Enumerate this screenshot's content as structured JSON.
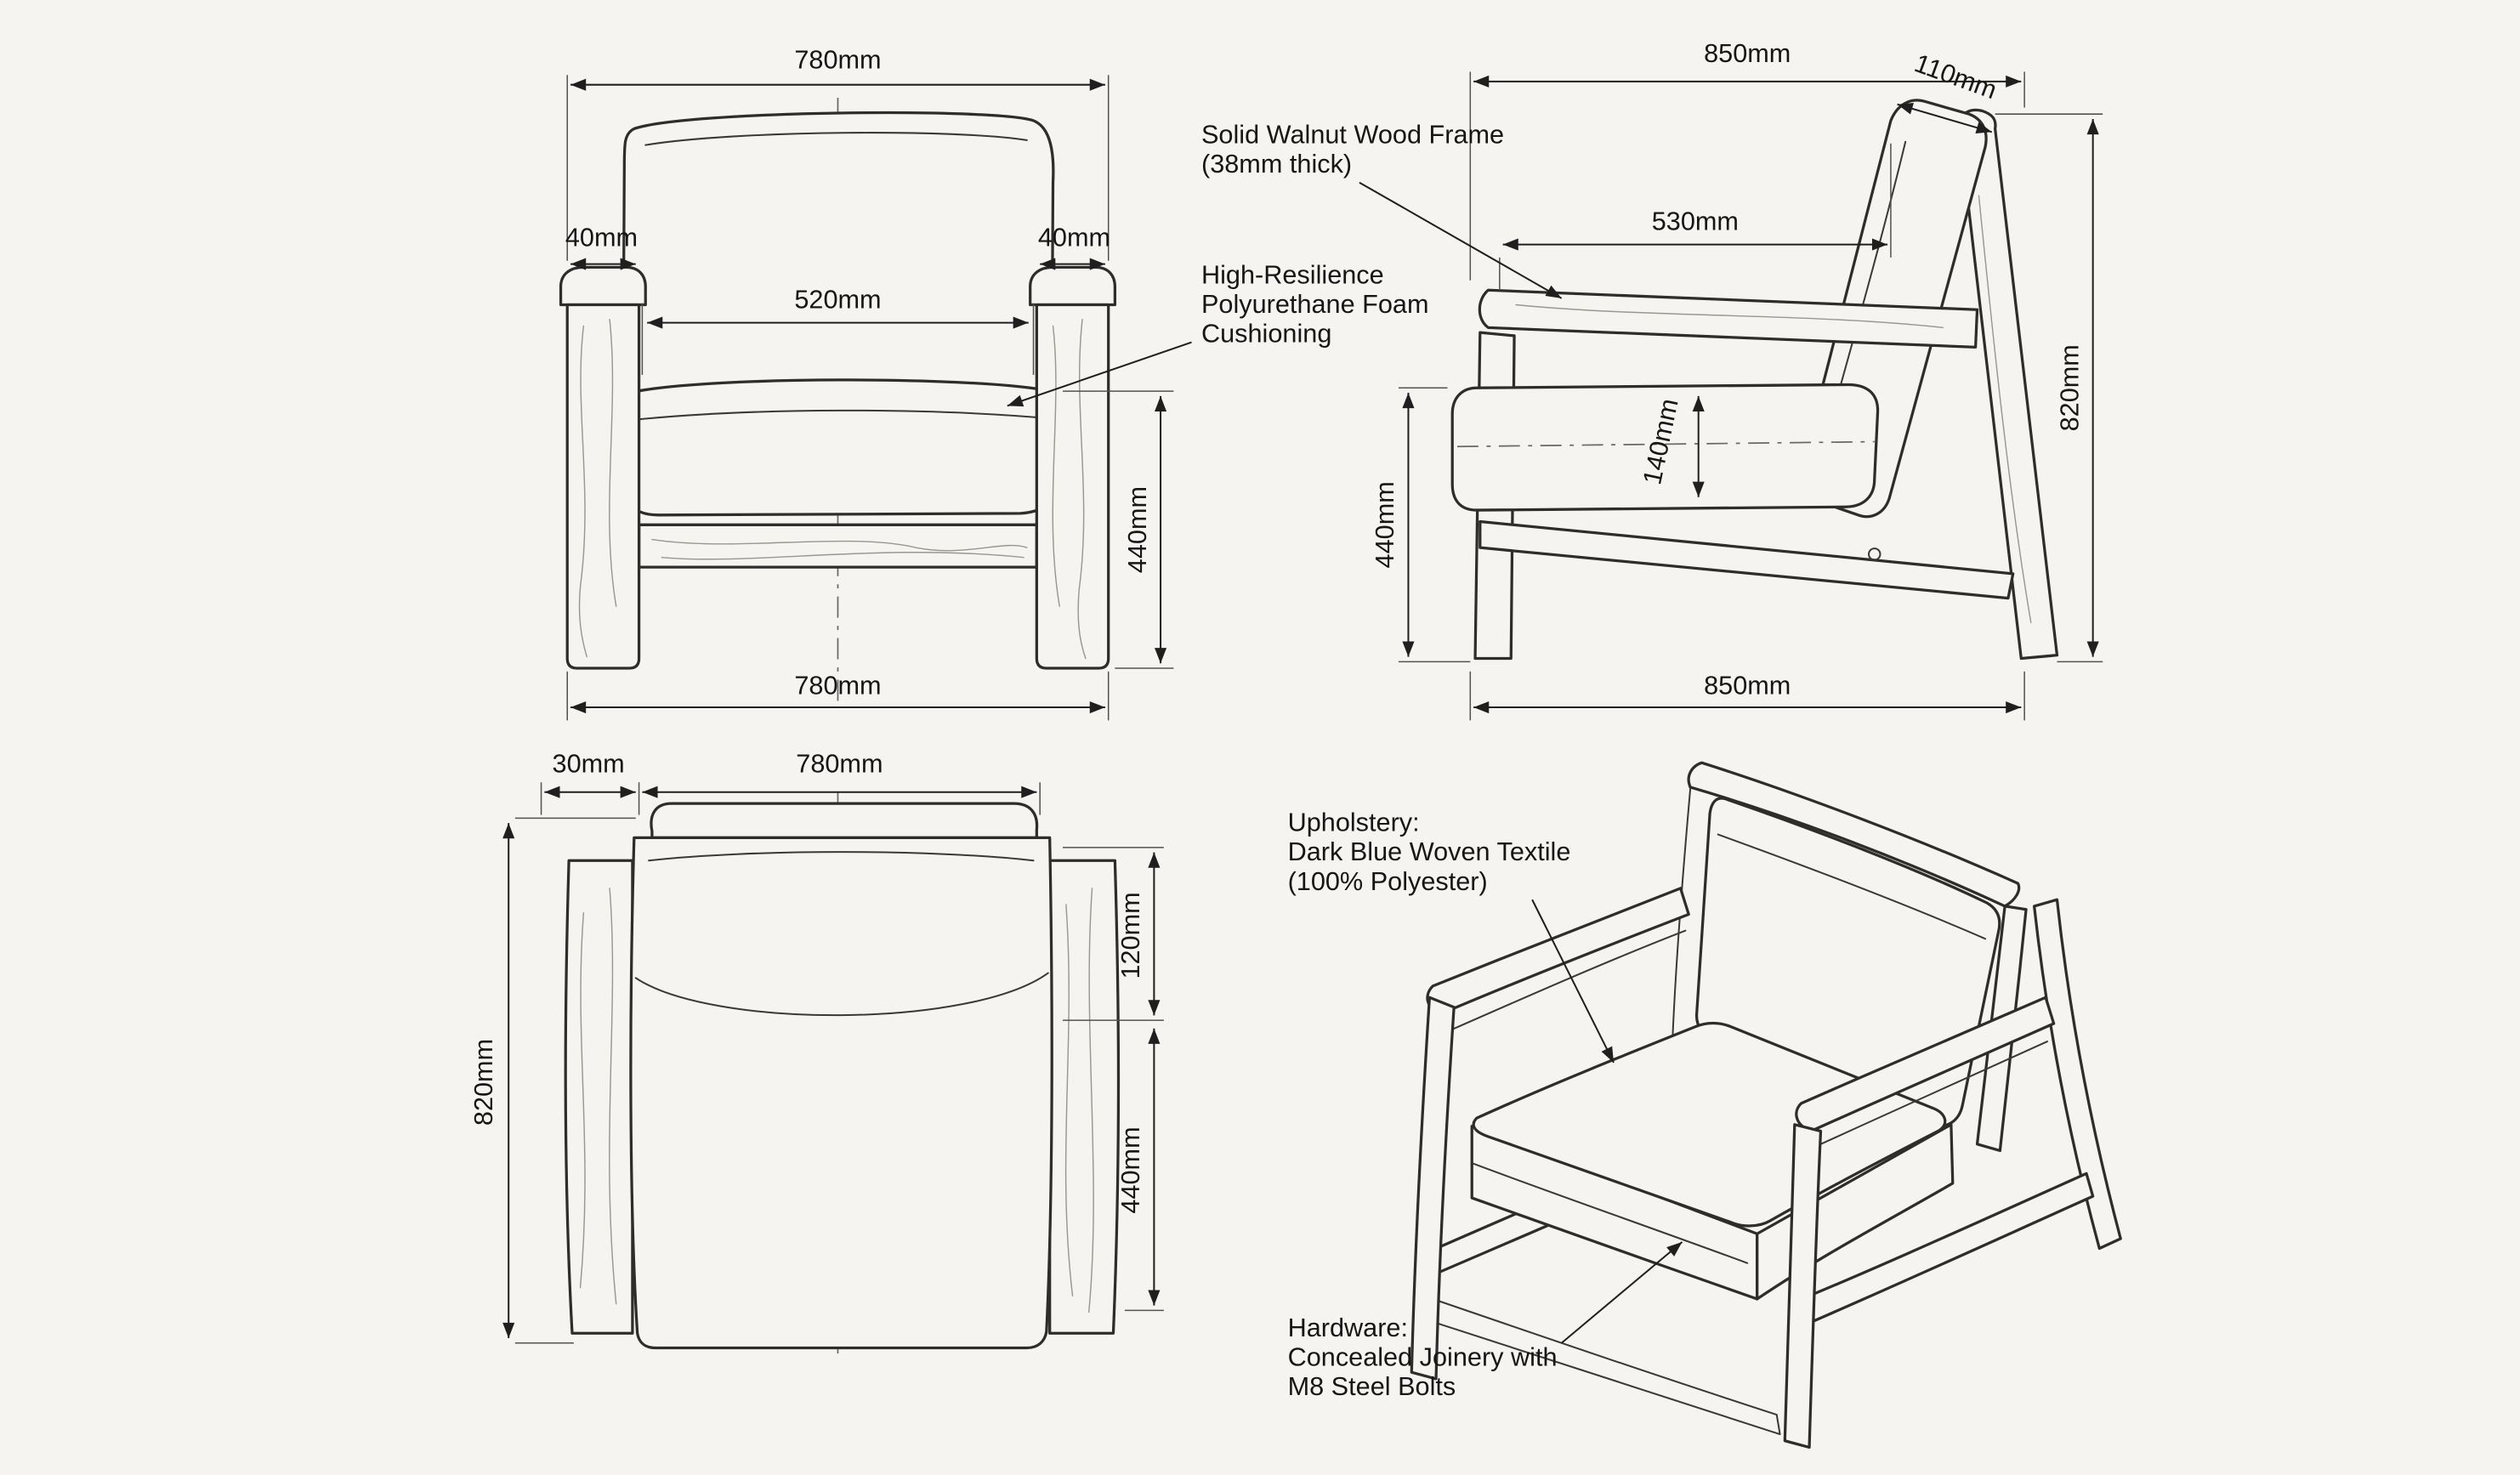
{
  "views": {
    "front": {
      "width_top": "780mm",
      "arm_left": "40mm",
      "arm_right": "40mm",
      "inner_width": "520mm",
      "seat_height": "440mm",
      "width_bottom": "780mm"
    },
    "side": {
      "depth_top": "850mm",
      "backrest_thickness": "110mm",
      "seat_depth": "530mm",
      "total_height": "820mm",
      "seat_height": "440mm",
      "cushion_thickness": "140mm",
      "depth_bottom": "850mm"
    },
    "back": {
      "side_offset": "30mm",
      "width": "780mm",
      "headrest_height": "120mm",
      "lower_height": "440mm",
      "total_height": "820mm"
    }
  },
  "annotations": {
    "frame": {
      "line1": "Solid Walnut Wood Frame",
      "line2": "(38mm thick)"
    },
    "foam": {
      "line1": "High-Resilience",
      "line2": "Polyurethane Foam",
      "line3": "Cushioning"
    },
    "upholstery": {
      "line1": "Upholstery:",
      "line2": "Dark Blue Woven Textile",
      "line3": "(100% Polyester)"
    },
    "hardware": {
      "line1": "Hardware:",
      "line2": "Concealed Joinery with",
      "line3": "M8 Steel Bolts"
    }
  },
  "colors": {
    "ink": "#2e2d2b",
    "paper": "#f5f4f1"
  }
}
